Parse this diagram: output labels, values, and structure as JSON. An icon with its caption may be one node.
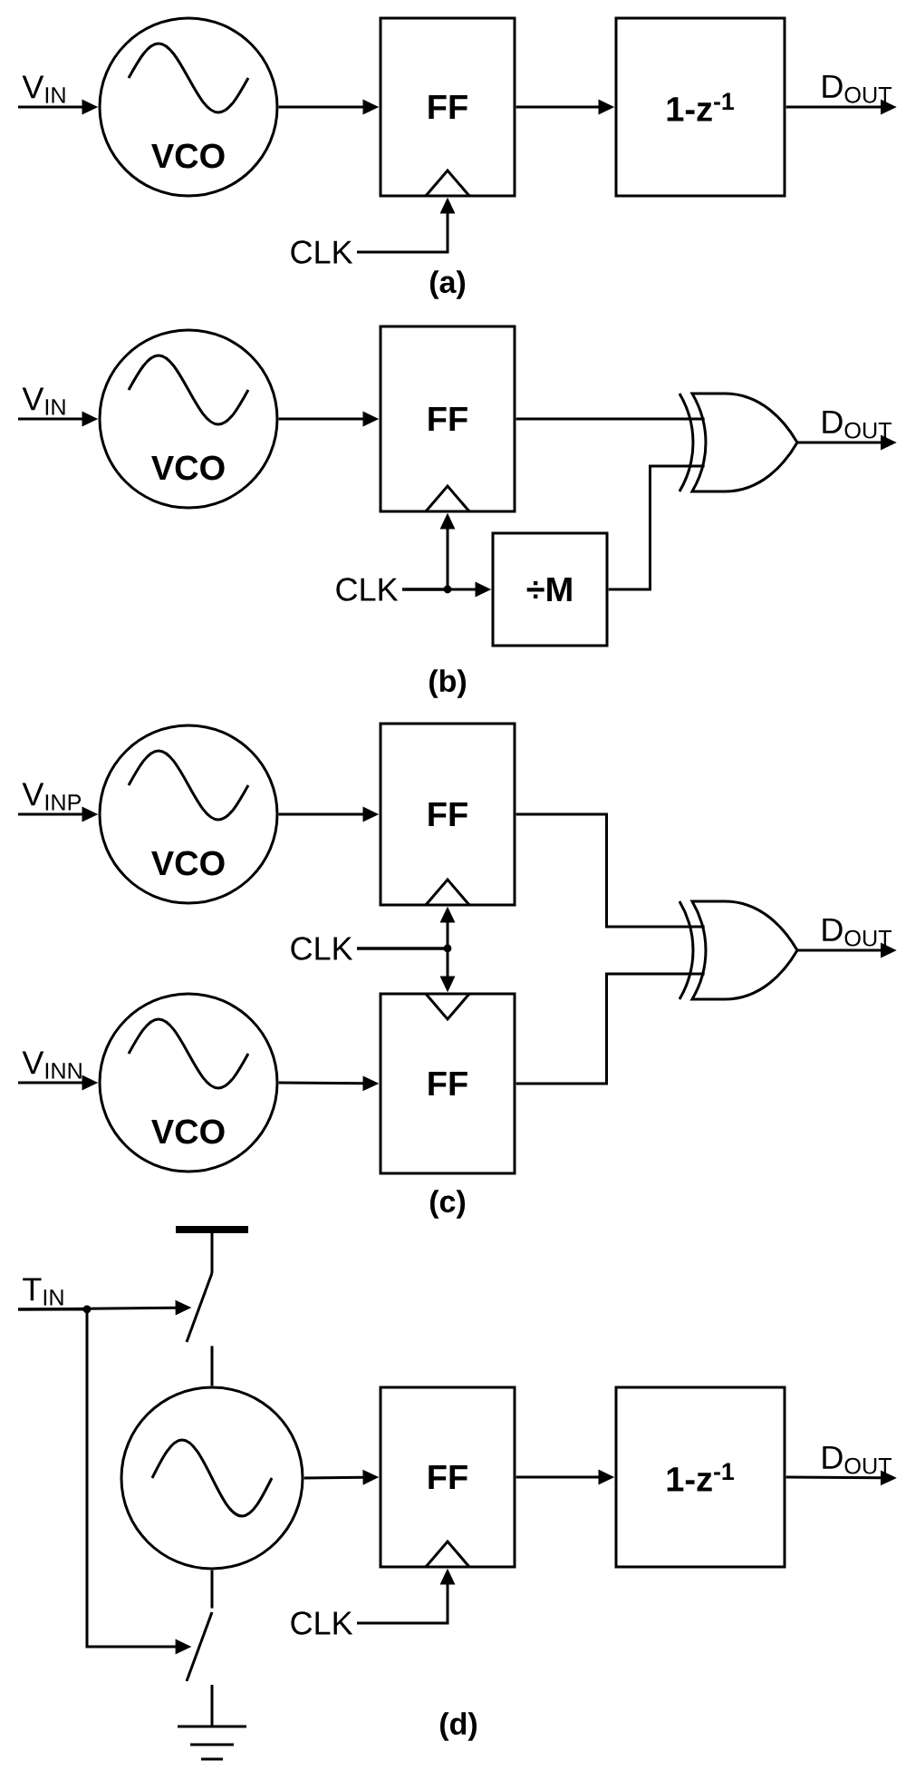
{
  "diagram": {
    "nodes": [
      {
        "text": [
          "V$_{IN}$"
        ]
      },
      {
        "text": [
          "VCO"
        ]
      },
      {
        "text": [
          "FF"
        ]
      },
      {
        "text": [
          "1-z$^{-1}$"
        ]
      },
      {
        "text": [
          "D$_{OUT}$"
        ]
      },
      {
        "text": [
          "CLK"
        ]
      },
      {
        "text": [
          "V$_{IN}$"
        ]
      },
      {
        "text": [
          "VCO"
        ]
      },
      {
        "text": [
          "FF"
        ]
      },
      {
        "text": [
          "÷M"
        ]
      },
      {
        "text": [],
        "shape": "gate"
      },
      {
        "text": [
          "D$_{OUT}$"
        ]
      },
      {
        "text": [
          "CLK"
        ]
      },
      {
        "text": [
          "V$_{INP}$"
        ]
      },
      {
        "text": [
          "VCO"
        ]
      },
      {
        "text": [
          "FF"
        ]
      },
      {
        "text": [
          "CLK"
        ]
      },
      {
        "text": [
          "V$_{INN}$"
        ]
      },
      {
        "text": [
          "VCO"
        ]
      },
      {
        "text": [
          "FF"
        ]
      },
      {
        "text": [],
        "shape": "gate"
      },
      {
        "text": [
          "D$_{OUT}$"
        ]
      },
      {
        "text": [
          "T$_{IN}$"
        ]
      },
      {
        "text": [],
        "shape": "switch"
      },
      {
        "text": [],
        "shape": "circle"
      },
      {
        "text": [],
        "shape": "switch"
      },
      {
        "text": [
          "FF"
        ]
      },
      {
        "text": [
          "1-z$^{-1}$"
        ]
      },
      {
        "text": [
          "D$_{OUT}$"
        ]
      },
      {
        "text": [
          "CLK"
        ]
      }
    ],
    "edges": [
      {
        "from": 0,
        "to": 1,
        "arrow": "to"
      },
      {
        "from": 1,
        "to": 2,
        "arrow": "to"
      },
      {
        "from": 2,
        "to": 3,
        "arrow": "to"
      },
      {
        "from": 3,
        "to": 4,
        "arrow": "to"
      },
      {
        "from": 5,
        "to": 2,
        "arrow": "to"
      },
      {
        "from": 6,
        "to": 7,
        "arrow": "to"
      },
      {
        "from": 7,
        "to": 8,
        "arrow": "to"
      },
      {
        "from": 8,
        "to": 10,
        "arrow": "none"
      },
      {
        "from": 12,
        "to": 8,
        "arrow": "to"
      },
      {
        "from": 12,
        "to": 9,
        "arrow": "to"
      },
      {
        "from": 9,
        "to": 10,
        "arrow": "none"
      },
      {
        "from": 10,
        "to": 11,
        "arrow": "to"
      },
      {
        "from": 13,
        "to": 14,
        "arrow": "to"
      },
      {
        "from": 14,
        "to": 15,
        "arrow": "to"
      },
      {
        "from": 16,
        "to": 15,
        "arrow": "to"
      },
      {
        "from": 16,
        "to": 19,
        "arrow": "to"
      },
      {
        "from": 17,
        "to": 18,
        "arrow": "to"
      },
      {
        "from": 18,
        "to": 19,
        "arrow": "to"
      },
      {
        "from": 15,
        "to": 20,
        "arrow": "none"
      },
      {
        "from": 19,
        "to": 20,
        "arrow": "none"
      },
      {
        "from": 20,
        "to": 21,
        "arrow": "to"
      },
      {
        "from": 22,
        "to": 23,
        "arrow": "to"
      },
      {
        "from": 22,
        "to": 25,
        "arrow": "to"
      },
      {
        "from": 23,
        "to": 24,
        "arrow": "none"
      },
      {
        "from": 24,
        "to": 25,
        "arrow": "none"
      },
      {
        "from": 24,
        "to": 26,
        "arrow": "to"
      },
      {
        "from": 26,
        "to": 27,
        "arrow": "to"
      },
      {
        "from": 27,
        "to": 28,
        "arrow": "to"
      },
      {
        "from": 29,
        "to": 26,
        "arrow": "to"
      }
    ],
    "labels": [
      "(a)",
      "(b)",
      "(c)",
      "(d)"
    ]
  }
}
